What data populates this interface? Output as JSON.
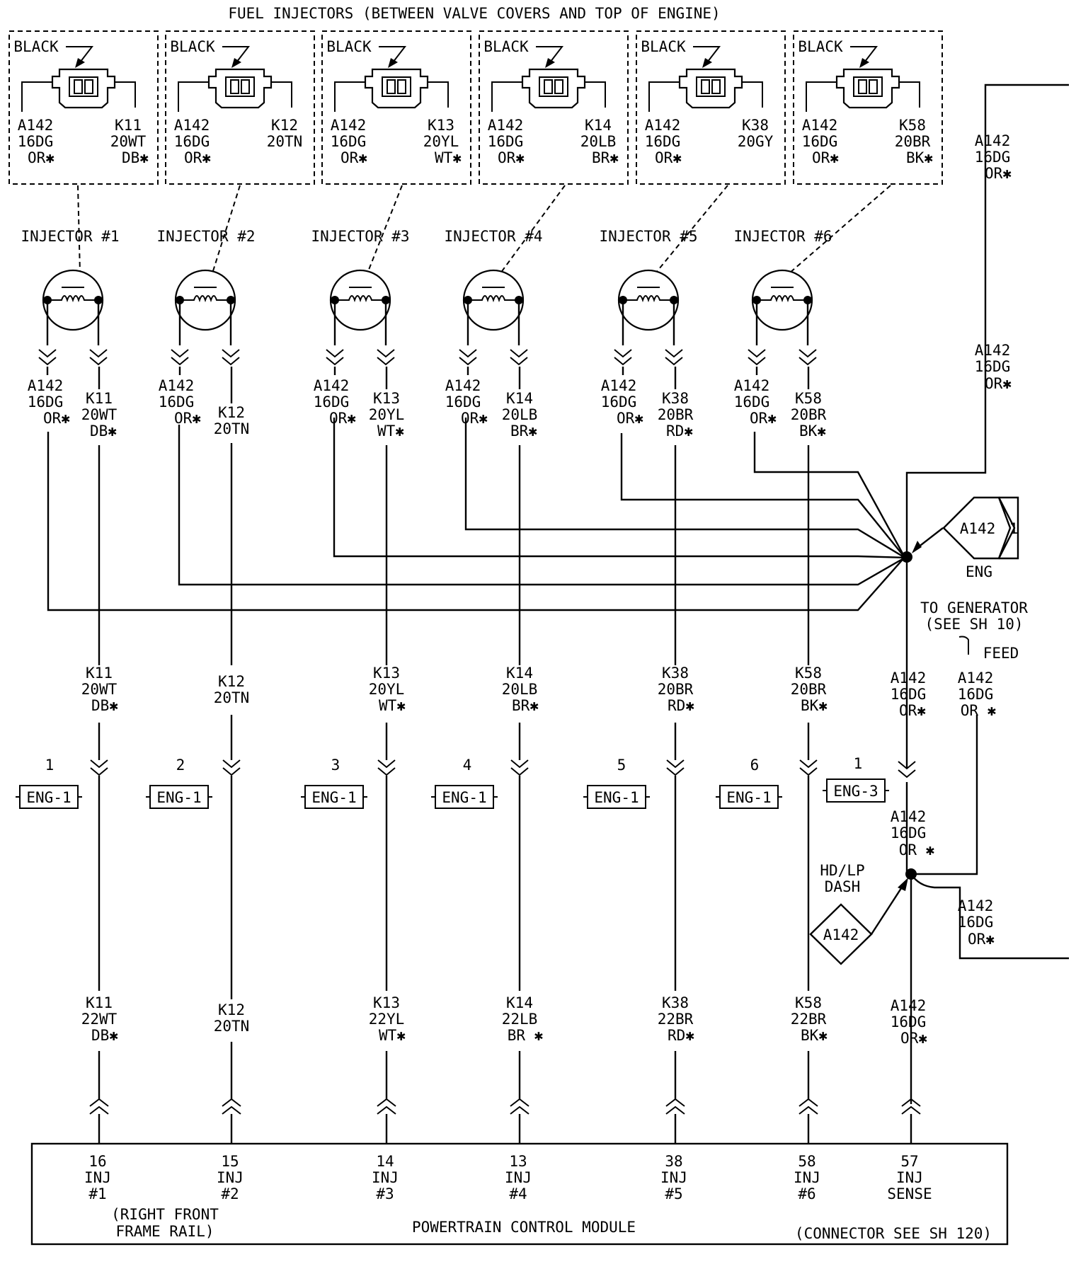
{
  "title": "FUEL INJECTORS (BETWEEN VALVE COVERS AND TOP OF ENGINE)",
  "connector_color": "BLACK",
  "injectors": [
    {
      "name": "INJECTOR #1",
      "conn_left": [
        "A142",
        "16DG",
        "OR✱"
      ],
      "conn_right": [
        "K11",
        "20WT",
        "DB✱"
      ],
      "up_left": [
        "A142",
        "16DG",
        "OR✱"
      ],
      "up_right": [
        "K11",
        "20WT",
        "DB✱"
      ],
      "mid": [
        "K11",
        "20WT",
        "DB✱"
      ],
      "splice_num": "1",
      "splice": "ENG-1",
      "low": [
        "K11",
        "22WT",
        "DB✱"
      ],
      "pin": [
        "16",
        "INJ",
        "#1"
      ]
    },
    {
      "name": "INJECTOR #2",
      "conn_left": [
        "A142",
        "16DG",
        "OR✱"
      ],
      "conn_right": [
        "K12",
        "20TN"
      ],
      "up_left": [
        "A142",
        "16DG",
        "OR✱"
      ],
      "up_right": [
        "K12",
        "20TN"
      ],
      "mid": [
        "K12",
        "20TN"
      ],
      "splice_num": "2",
      "splice": "ENG-1",
      "low": [
        "K12",
        "20TN"
      ],
      "pin": [
        "15",
        "INJ",
        "#2"
      ]
    },
    {
      "name": "INJECTOR #3",
      "conn_left": [
        "A142",
        "16DG",
        "OR✱"
      ],
      "conn_right": [
        "K13",
        "20YL",
        "WT✱"
      ],
      "up_left": [
        "A142",
        "16DG",
        "OR✱"
      ],
      "up_right": [
        "K13",
        "20YL",
        "WT✱"
      ],
      "mid": [
        "K13",
        "20YL",
        "WT✱"
      ],
      "splice_num": "3",
      "splice": "ENG-1",
      "low": [
        "K13",
        "22YL",
        "WT✱"
      ],
      "pin": [
        "14",
        "INJ",
        "#3"
      ]
    },
    {
      "name": "INJECTOR #4",
      "conn_left": [
        "A142",
        "16DG",
        "OR✱"
      ],
      "conn_right": [
        "K14",
        "20LB",
        "BR✱"
      ],
      "up_left": [
        "A142",
        "16DG",
        "OR✱"
      ],
      "up_right": [
        "K14",
        "20LB",
        "BR✱"
      ],
      "mid": [
        "K14",
        "20LB",
        "BR✱"
      ],
      "splice_num": "4",
      "splice": "ENG-1",
      "low": [
        "K14",
        "22LB",
        "BR ✱"
      ],
      "pin": [
        "13",
        "INJ",
        "#4"
      ]
    },
    {
      "name": "INJECTOR #5",
      "conn_left": [
        "A142",
        "16DG",
        "OR✱"
      ],
      "conn_right": [
        "K38",
        "20GY"
      ],
      "up_left": [
        "A142",
        "16DG",
        "OR✱"
      ],
      "up_right": [
        "K38",
        "20BR",
        "RD✱"
      ],
      "mid": [
        "K38",
        "20BR",
        "RD✱"
      ],
      "splice_num": "5",
      "splice": "ENG-1",
      "low": [
        "K38",
        "22BR",
        "RD✱"
      ],
      "pin": [
        "38",
        "INJ",
        "#5"
      ]
    },
    {
      "name": "INJECTOR #6",
      "conn_left": [
        "A142",
        "16DG",
        "OR✱"
      ],
      "conn_right": [
        "K58",
        "20BR",
        "BK✱"
      ],
      "up_left": [
        "A142",
        "16DG",
        "OR✱"
      ],
      "up_right": [
        "K58",
        "20BR",
        "BK✱"
      ],
      "mid": [
        "K58",
        "20BR",
        "BK✱"
      ],
      "splice_num": "6",
      "splice": "ENG-1",
      "low": [
        "K58",
        "22BR",
        "BK✱"
      ],
      "pin": [
        "58",
        "INJ",
        "#6"
      ]
    }
  ],
  "a142": {
    "right_top": [
      "A142",
      "16DG",
      "OR✱"
    ],
    "right_mid": [
      "A142",
      "16DG",
      "OR✱"
    ],
    "feed_wire": [
      "A142",
      "16DG",
      "OR✱"
    ],
    "gen_wire": [
      "A142",
      "16DG",
      "OR ✱"
    ],
    "splice_in": [
      "A142",
      "16DG",
      "OR ✱"
    ],
    "out_right": [
      "A142",
      "16DG",
      "OR✱"
    ],
    "low": [
      "A142",
      "16DG",
      "OR✱"
    ],
    "pin": [
      "57",
      "INJ",
      "SENSE"
    ],
    "splice_num": "1",
    "splice": "ENG-3"
  },
  "connectors": {
    "eng_ref": "A142",
    "eng_ref_sheet": "1",
    "eng_label": "ENG",
    "dash_ref": "A142",
    "dash_label": [
      "HD/LP",
      "DASH"
    ]
  },
  "generator": {
    "line1": "TO GENERATOR",
    "line2": "(SEE SH 10)",
    "feed": "FEED"
  },
  "pcm": {
    "name": "POWERTRAIN CONTROL MODULE",
    "location": [
      "(RIGHT FRONT",
      "FRAME RAIL)"
    ],
    "connector_ref": "(CONNECTOR SEE SH 120)"
  }
}
